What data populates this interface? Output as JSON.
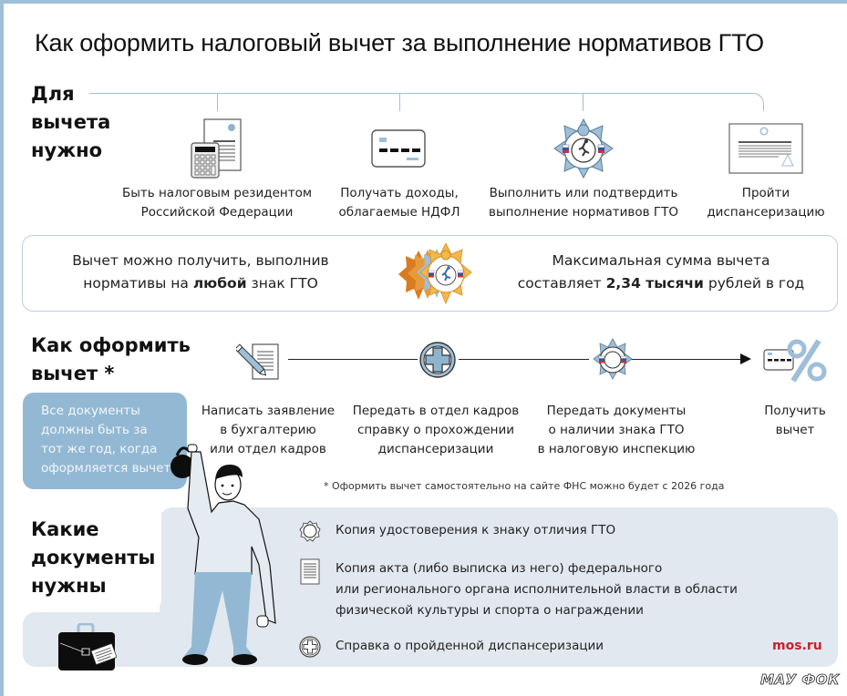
{
  "title": "Как оформить налоговый вычет за выполнение нормативов ГТО",
  "requirements": {
    "heading_lines": [
      "Для",
      "вычета",
      "нужно"
    ],
    "items": [
      {
        "icon": "calculator-document-icon",
        "label_lines": [
          "Быть налоговым резидентом",
          "Российской Федерации"
        ]
      },
      {
        "icon": "bank-card-icon",
        "label_lines": [
          "Получать доходы,",
          "облагаемые НДФЛ"
        ]
      },
      {
        "icon": "gto-badge-icon",
        "label_lines": [
          "Выполнить или подтвердить",
          "выполнение нормативов ГТО"
        ]
      },
      {
        "icon": "medical-certificate-icon",
        "label_lines": [
          "Пройти",
          "диспансеризацию"
        ]
      }
    ]
  },
  "info": {
    "left_line1": "Вычет можно получить, выполнив",
    "left_line2_pre": "нормативы на ",
    "left_line2_bold": "любой",
    "left_line2_post": " знак ГТО",
    "right_line1": "Максимальная сумма вычета",
    "right_line2_pre": "составляет ",
    "right_line2_bold": "2,34 тысячи",
    "right_line2_post": " рублей в год",
    "badge_colors": [
      "#d97b1e",
      "#e79a3b",
      "#9fbfd8",
      "#f2b94a"
    ]
  },
  "process": {
    "heading_lines": [
      "Как оформить",
      "вычет *"
    ],
    "note_lines": [
      "Все документы",
      "должны быть за",
      "тот же год, когда",
      "оформляется вычет"
    ],
    "steps": [
      {
        "icon": "pen-document-icon",
        "label_lines": [
          "Написать заявление",
          "в бухгалтерию",
          "или отдел кадров"
        ]
      },
      {
        "icon": "medical-cross-icon",
        "label_lines": [
          "Передать в отдел кадров",
          "справку о прохождении",
          "диспансеризации"
        ]
      },
      {
        "icon": "gto-badge-icon",
        "label_lines": [
          "Передать документы",
          "о наличии знака ГТО",
          "в налоговую инспекцию"
        ]
      },
      {
        "icon": "card-percent-icon",
        "label_lines": [
          "Получить",
          "вычет"
        ]
      }
    ],
    "footnote": "* Оформить вычет самостоятельно на сайте ФНС можно будет с 2026 года"
  },
  "documents": {
    "heading_lines": [
      "Какие",
      "документы",
      "нужны"
    ],
    "items": [
      {
        "icon": "badge-outline-icon",
        "text_lines": [
          "Копия удостоверения к знаку отличия ГТО"
        ]
      },
      {
        "icon": "document-lines-icon",
        "text_lines": [
          "Копия акта (либо выписка из него) федерального",
          "или регионального органа исполнительной власти в области",
          "физической культуры и спорта о награждении"
        ]
      },
      {
        "icon": "cross-circle-icon",
        "text_lines": [
          "Справка о пройденной диспансеризации"
        ]
      }
    ]
  },
  "brand": "mos.ru",
  "watermark": "МАУ ФОК",
  "colors": {
    "accent_blue": "#9fbfd8",
    "note_blue": "#93b8d3",
    "panel_gray": "#e1e8ef",
    "brand_red": "#c8202d"
  }
}
